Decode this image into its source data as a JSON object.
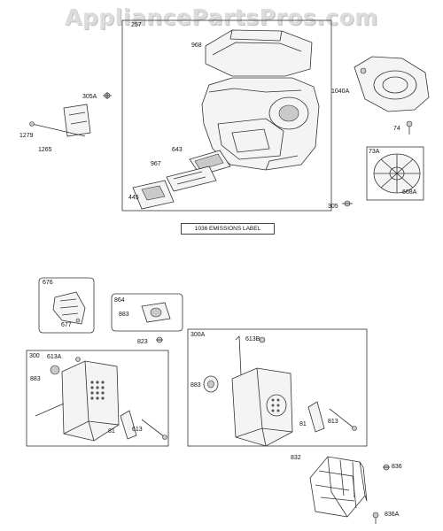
{
  "watermark": "AppliancePartsPros.com",
  "emissions_label": "1036 EMISSIONS LABEL",
  "labels": {
    "p257": "257",
    "p968": "968",
    "p1040A": "1040A",
    "p305A": "305A",
    "p1279": "1279",
    "p1265": "1265",
    "p74": "74",
    "p73A": "73A",
    "p668A": "668A",
    "p643": "643",
    "p967": "967",
    "p445": "445",
    "p305": "305",
    "p676": "676",
    "p677": "677",
    "p864": "864",
    "p883a": "883",
    "p823": "823",
    "p300": "300",
    "p613A": "613A",
    "p883b": "883",
    "p81a": "81",
    "p613": "613",
    "p300A": "300A",
    "p613B": "613B",
    "p883c": "883",
    "p81b": "81",
    "p813": "813",
    "p832": "832",
    "p836": "836",
    "p836A": "836A"
  }
}
